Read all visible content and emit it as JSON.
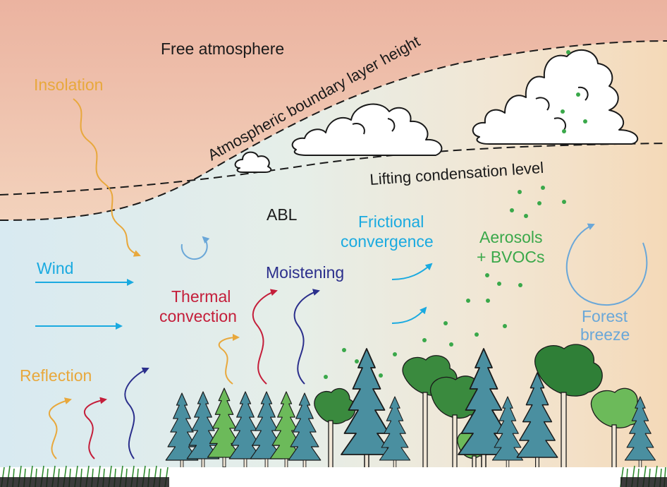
{
  "labels": {
    "free_atmosphere": "Free atmosphere",
    "abl_height": "Atmospheric boundary layer height",
    "insolation": "Insolation",
    "lcl": "Lifting condensation level",
    "abl": "ABL",
    "frictional_1": "Frictional",
    "frictional_2": "convergence",
    "aerosols_1": "Aerosols",
    "aerosols_2": "+ BVOCs",
    "wind": "Wind",
    "moistening": "Moistening",
    "thermal_1": "Thermal",
    "thermal_2": "convection",
    "forest_1": "Forest",
    "forest_2": "breeze",
    "reflection": "Reflection"
  },
  "colors": {
    "sky_top": "#ebb3a0",
    "sky_mid": "#f4dcc4",
    "abl_left": "#dcecf2",
    "abl_right": "#f2dfc4",
    "insolation": "#e8a83c",
    "wind": "#1aaae0",
    "thermal": "#c41e3a",
    "moistening": "#2b2f8c",
    "aerosol": "#3aa84a",
    "forest_breeze": "#6aa7d8",
    "conifer": "#4a8fa0",
    "conifer_light": "#6cba5a",
    "broadleaf": "#3a8a3e",
    "grass": "#2f8a2f",
    "text": "#1a1a1a"
  },
  "icons": {
    "cloud": "cloud-icon",
    "conifer": "conifer-tree-icon",
    "broadleaf": "broadleaf-tree-icon",
    "arrow": "arrow-icon",
    "circular_arrow": "circular-arrow-icon"
  }
}
